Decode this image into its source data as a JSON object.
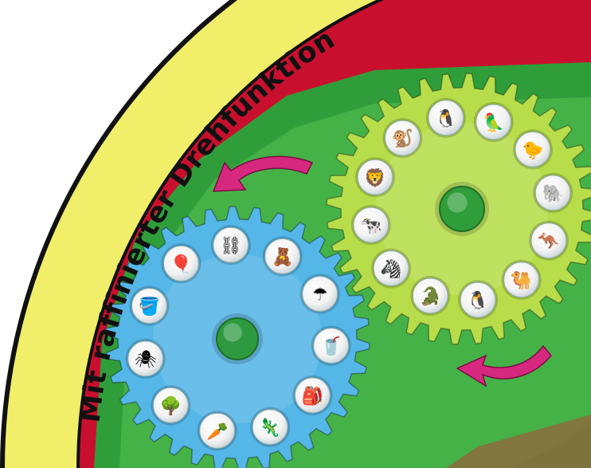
{
  "banner": {
    "text": "Mit raffinierter Drehfunktion"
  },
  "colors": {
    "banner_yellow": "#f1ef6a",
    "outline_black": "#111111",
    "board_red": "#c8102e",
    "board_green": "#2f9e3a",
    "board_green_light": "#58c254",
    "gear_blue": "#55b6e8",
    "gear_blue_hub": "#2e9a3f",
    "gear_lime": "#b7dd4a",
    "gear_lime_hub": "#2f9e3a",
    "arrow_magenta": "#d6287f"
  },
  "gears": [
    {
      "id": "lime",
      "symbols": [
        "penguin-sitting-icon",
        "parrot-icon",
        "chick-icon",
        "elephant-icon",
        "kangaroo-icon",
        "camel-icon",
        "penguin-icon",
        "crocodile-icon",
        "zebra-icon",
        "cow-icon",
        "lion-icon",
        "monkey-icon"
      ]
    },
    {
      "id": "blue",
      "symbols": [
        "swing-icon",
        "teddy-icon",
        "umbrella-icon",
        "drink-icon",
        "backpack-icon",
        "chameleon-icon",
        "carrots-icon",
        "tree-icon",
        "spider-icon",
        "bucket-icon",
        "balloon-icon"
      ]
    }
  ],
  "arrows": [
    {
      "name": "rotate-left-arrow-icon"
    },
    {
      "name": "rotate-right-arrow-icon"
    }
  ]
}
